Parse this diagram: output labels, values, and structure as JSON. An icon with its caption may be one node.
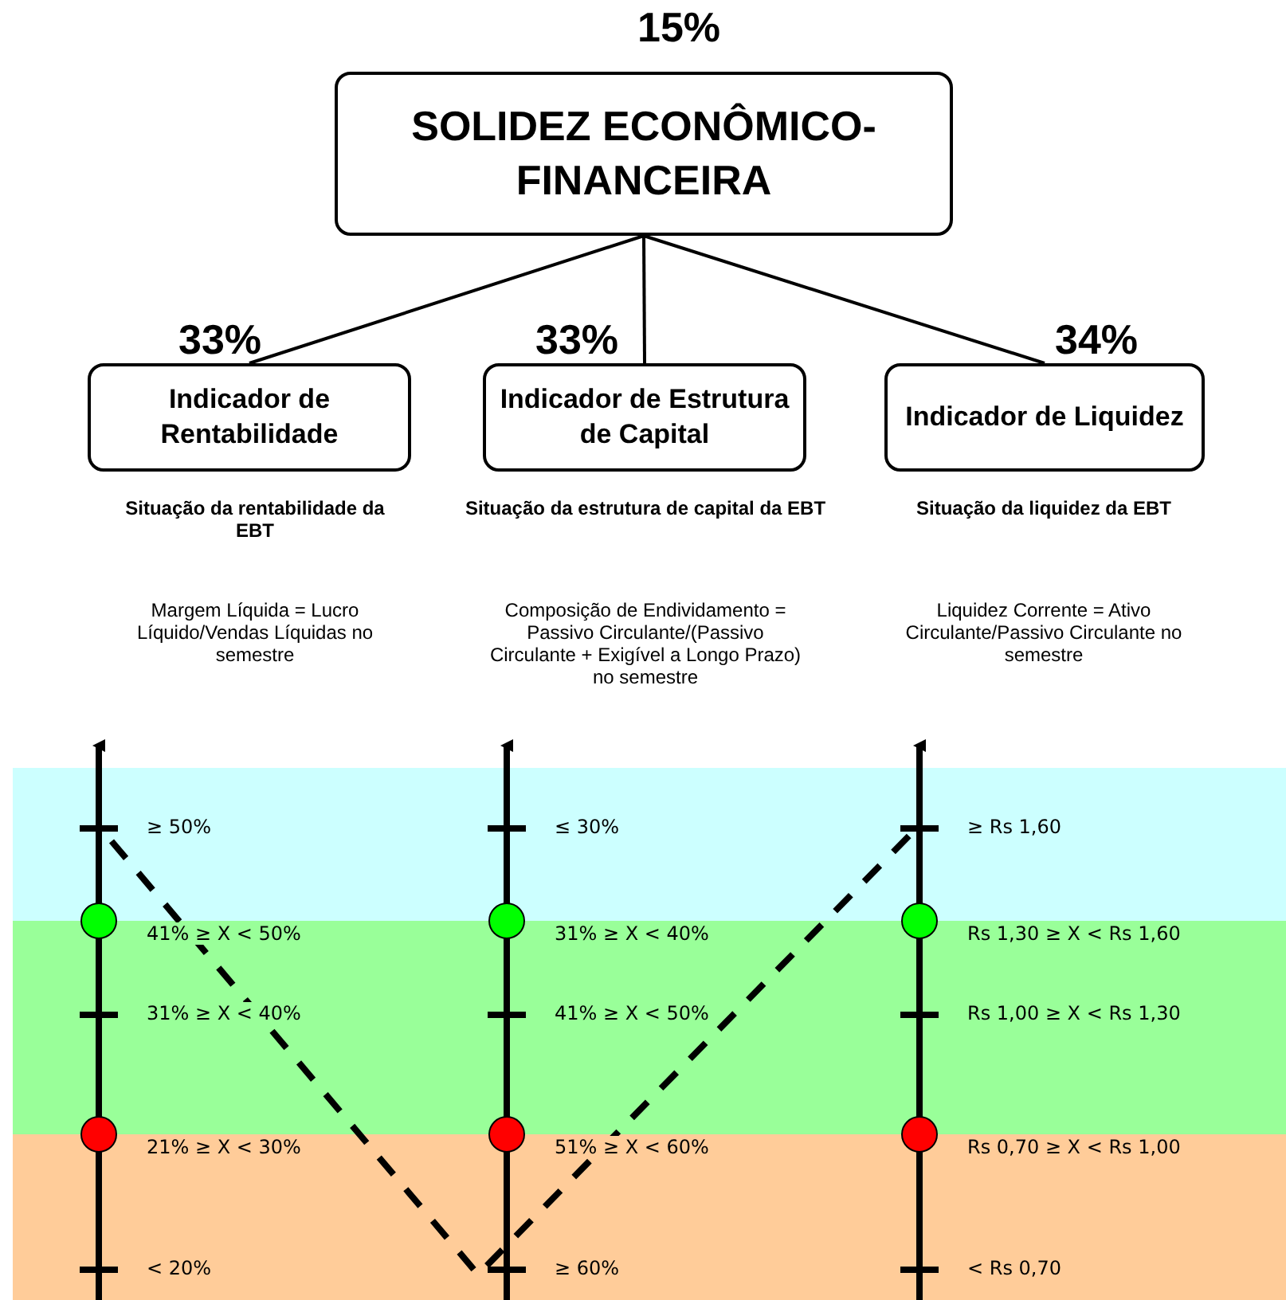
{
  "diagram": {
    "nodes": [
      {
        "text": [
          "SOLIDEZ ECONÔMICO-FINANCEIRA"
        ],
        "beside": [
          "15%"
        ]
      },
      {
        "text": [
          "Indicador de Rentabilidade"
        ],
        "beside": [
          "33%"
        ]
      },
      {
        "text": [
          "Indicador de Estrutura de Capital"
        ],
        "beside": [
          "33%"
        ]
      },
      {
        "text": [
          "Indicador de Liquidez"
        ],
        "beside": [
          "34%"
        ]
      }
    ],
    "edges": [
      {
        "from": 0,
        "to": 1,
        "arrow": "none"
      },
      {
        "from": 0,
        "to": 2,
        "arrow": "none"
      },
      {
        "from": 0,
        "to": 3,
        "arrow": "none"
      }
    ],
    "labels": [
      "Situação da rentabilidade da EBT",
      "Situação da estrutura de capital da EBT",
      "Situação da liquidez da EBT",
      "Margem Líquida = Lucro Líquido/Vendas Líquidas no semestre",
      "Composição de Endividamento = Passivo Circulante/(Passivo Circulante + Exigível a Longo Prazo) no semestre",
      "Liquidez Corrente = Ativo Circulante/Passivo Circulante no semestre",
      "≥ 50%",
      "≤ 30%",
      "≥ Rs 1,60",
      "41% ≥ X < 50%",
      "31% ≥ X < 40%",
      "Rs 1,30 ≥ X < Rs 1,60",
      "31% ≥ X < 40%",
      "41% ≥ X < 50%",
      "Rs 1,00 ≥ X < Rs 1,30",
      "21% ≥ X < 30%",
      "51% ≥ X < 60%",
      "Rs 0,70 ≥ X < Rs 1,00",
      "< 20%",
      "≥ 60%",
      "< Rs 0,70"
    ]
  }
}
